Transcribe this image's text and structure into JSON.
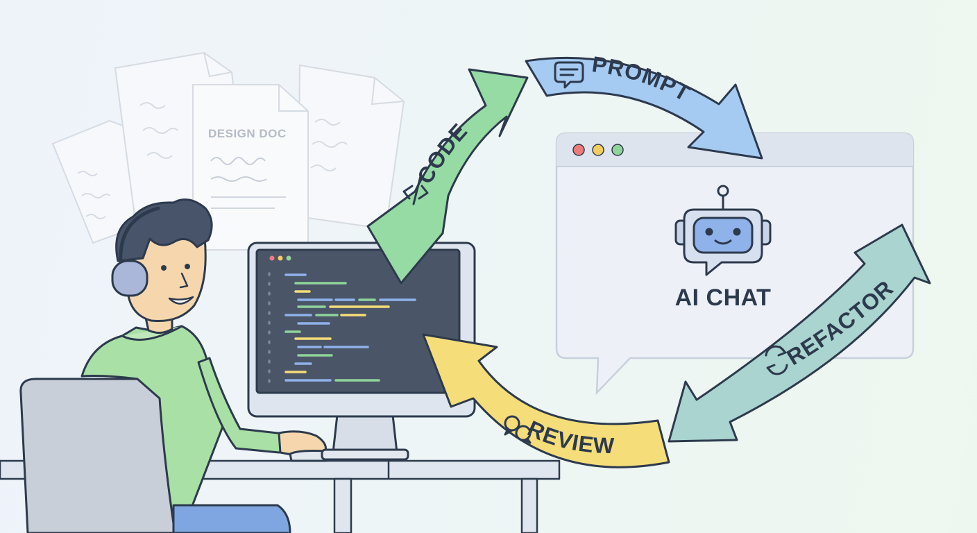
{
  "document": {
    "label": "DESIGN DOC"
  },
  "cycle": {
    "code": "CODE",
    "prompt": "PROMPT",
    "refactor": "REFACTOR",
    "review": "REVIEW"
  },
  "chat": {
    "title": "AI CHAT"
  },
  "colors": {
    "code_arrow": "#96dba3",
    "prompt_arrow": "#a6cbf2",
    "refactor_arrow": "#a9d4cf",
    "review_arrow": "#f5dd7a",
    "outline": "#2d3a4d",
    "monitor_screen": "#4b5568",
    "sweater": "#a9e0a5"
  },
  "icons": {
    "code": "code-brackets-icon",
    "prompt": "message-icon",
    "refactor": "refresh-icon",
    "review": "chat-bubbles-icon",
    "chat": "robot-icon"
  }
}
